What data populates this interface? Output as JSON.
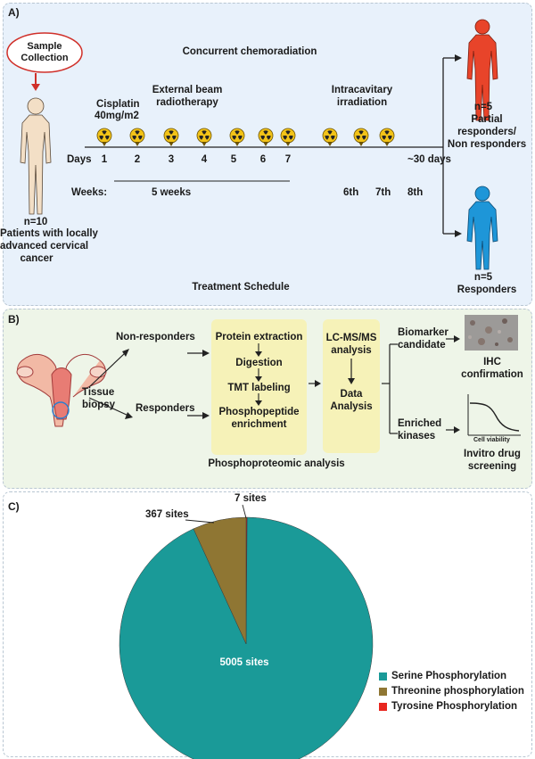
{
  "panel_a": {
    "label": "A)",
    "sample_collection": [
      "Sample",
      "Collection"
    ],
    "concurrent": "Concurrent chemoradiation",
    "cisplatin": "Cisplatin",
    "cisplatin_dose": "40mg/m2",
    "ebrt": [
      "External beam",
      "radiotherapy"
    ],
    "intracavitary": [
      "Intracavitary",
      "irradiation"
    ],
    "days_label": "Days",
    "days": [
      "1",
      "2",
      "3",
      "4",
      "5",
      "6",
      "7"
    ],
    "approx_days": "~30 days",
    "weeks_label": "Weeks:",
    "five_weeks": "5 weeks",
    "week_marks": [
      "6th",
      "7th",
      "8th"
    ],
    "patients_n": "n=10",
    "patients_desc": [
      "Patients with locally",
      "advanced cervical",
      "cancer"
    ],
    "partial_n": "n=5",
    "partial_desc": [
      "Partial",
      "responders/",
      "Non responders"
    ],
    "resp_n": "n=5",
    "resp_desc": "Responders",
    "caption": "Treatment Schedule",
    "colors": {
      "partial": "#e8442a",
      "responders": "#1e96d8",
      "patient": "#f3dfc6",
      "radiation": "#f2c318"
    }
  },
  "panel_b": {
    "label": "B)",
    "non_responders": "Non-responders",
    "responders": "Responders",
    "tissue_biopsy": [
      "Tissue",
      "biopsy"
    ],
    "steps": [
      "Protein extraction",
      "Digestion",
      "TMT labeling",
      "Phosphopeptide",
      "enrichment"
    ],
    "lcms": [
      "LC-MS/MS",
      "analysis"
    ],
    "data_analysis": [
      "Data",
      "Analysis"
    ],
    "biomarker": [
      "Biomarker",
      "candidate"
    ],
    "ihc": [
      "IHC",
      "confirmation"
    ],
    "enriched": [
      "Enriched",
      "kinases"
    ],
    "cell_viability": "Cell viability",
    "invitro": [
      "Invitro drug",
      "screening"
    ],
    "caption": "Phosphoproteomic analysis"
  },
  "panel_c": {
    "label": "C)",
    "chart_data": {
      "type": "pie",
      "categories": [
        "Serine Phosphorylation",
        "Threonine phosphorylation",
        "Tyrosine Phosphorylation"
      ],
      "values": [
        5005,
        367,
        7
      ],
      "labels": [
        "5005 sites",
        "367 sites",
        "7 sites"
      ],
      "colors": [
        "#1a9a98",
        "#8f7633",
        "#e8261f"
      ],
      "legend": "bottom-right"
    }
  }
}
